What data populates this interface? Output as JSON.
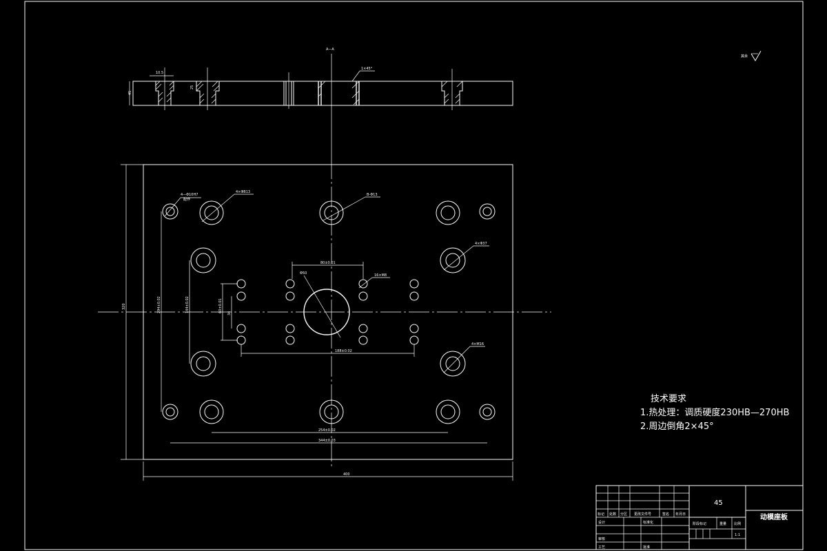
{
  "drawing": {
    "section_label": "A—A",
    "roughness_note": "其余",
    "top_view_dims": {
      "a": "10.5",
      "b": "45",
      "c": "25",
      "chamfer": "1×45°"
    },
    "callouts": {
      "pin_holes": "4—Φ10H7",
      "pin_holes_sub": "配作",
      "counterbore_a": "4×ΦB13",
      "center_hole": "B-Φ13",
      "right_upper": "4×Φ37",
      "small_holes": "16×M8",
      "right_lower": "4×M16",
      "bore": "Φ50"
    },
    "dims": {
      "top_span": "80±0.01",
      "bottom_span": "188±0.02",
      "h_inner": "254±0.02",
      "h_outer": "344±0.03",
      "overall_width": "400",
      "overall_height": "320",
      "v_a": "294±0.02",
      "v_b": "144±0.02",
      "v_c": "60±0.01",
      "v_d": "34"
    }
  },
  "tech_requirements": {
    "title": "技术要求",
    "item1": "1.热处理：调质硬度230HB—270HB",
    "item2": "2.周边倒角2×45°"
  },
  "title_block": {
    "material": "45",
    "part_name": "动模座板",
    "ratio": "1:1",
    "header_cells": [
      "标记",
      "处数",
      "分区",
      "更改文件号",
      "签名",
      "年月日"
    ],
    "designer": "设计",
    "standardize": "标准化",
    "review": "审核",
    "process": "工艺",
    "approve": "批准",
    "stage_mark": "阶段标记",
    "weight": "重量",
    "scale": "比例"
  }
}
